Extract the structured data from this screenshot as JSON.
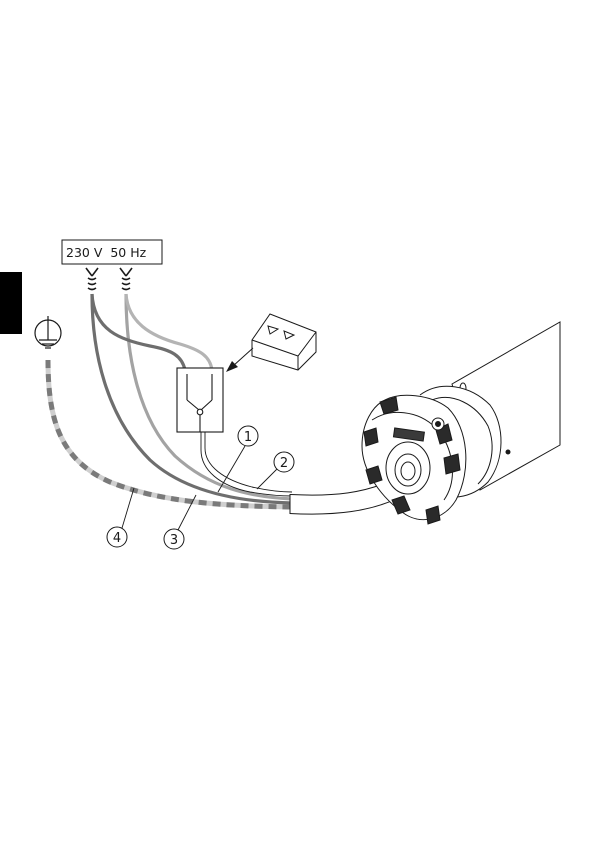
{
  "supply_label": "230 V  50 Hz",
  "callouts": [
    {
      "number": "1"
    },
    {
      "number": "2"
    },
    {
      "number": "3"
    },
    {
      "number": "4"
    }
  ],
  "icons": {
    "ground": "earth-ground-symbol",
    "remote": "remote-control",
    "switch": "double-switch",
    "motor": "tubular-motor"
  },
  "colors": {
    "line": "#1a1a1a",
    "wire_dark": "#6e6e6e",
    "wire_mid": "#9a9a9a",
    "wire_light": "#b4b4b4",
    "ground_dash_a": "#7a7a7a",
    "ground_dash_b": "#cfcfcf",
    "tab": "#000000"
  }
}
